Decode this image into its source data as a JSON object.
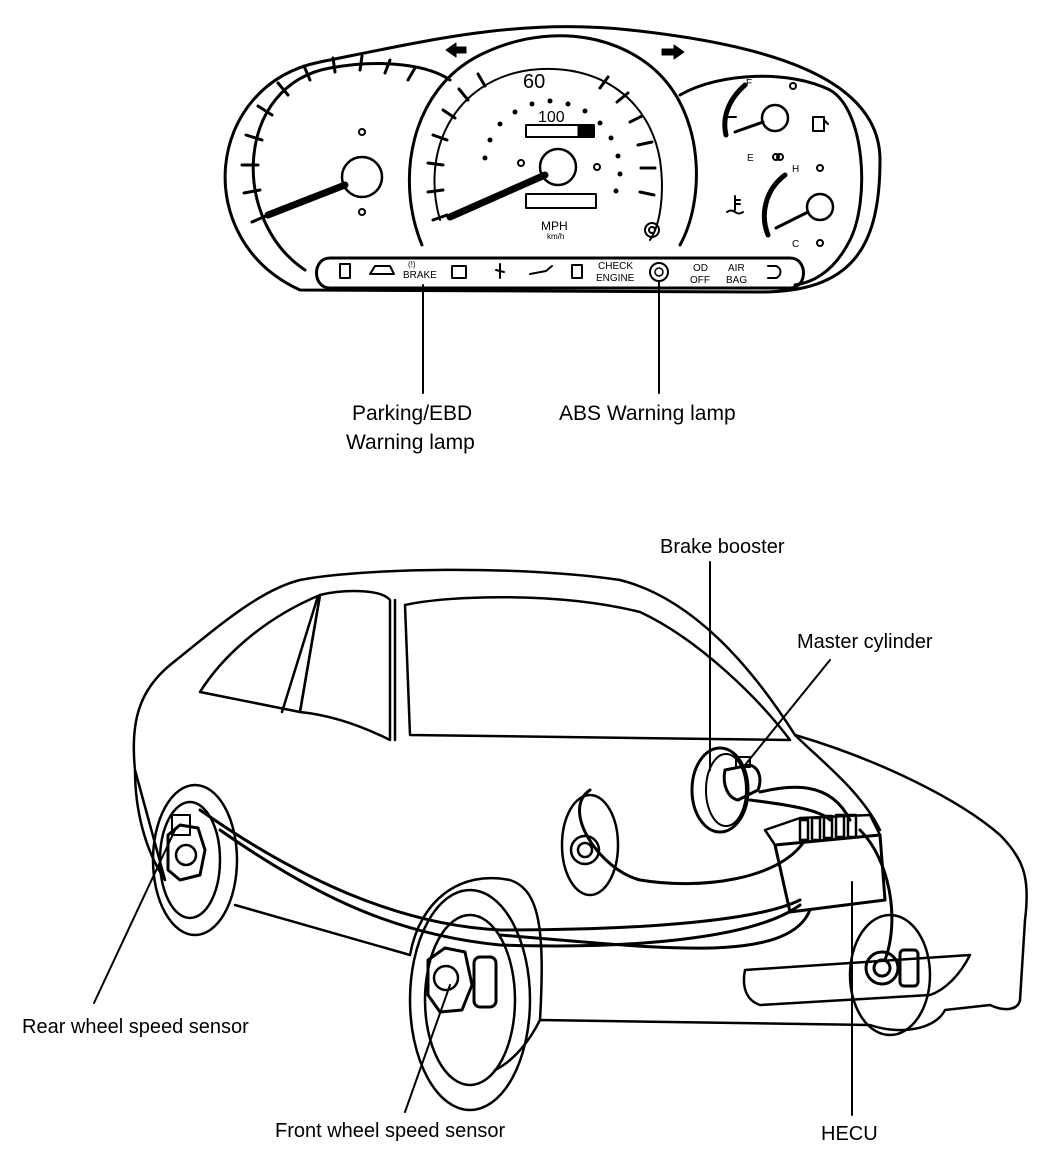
{
  "cluster": {
    "speedo_numbers": [
      "60",
      "100"
    ],
    "speedo_units": [
      "MPH",
      "km/h"
    ],
    "fuel_marks": [
      "F",
      "E"
    ],
    "temp_marks": [
      "H",
      "C"
    ],
    "warning_strip": {
      "brake_top": "(!)",
      "brake": "BRAKE",
      "check": "CHECK",
      "engine": "ENGINE",
      "od": "OD",
      "off": "OFF",
      "air": "AIR",
      "bag": "BAG"
    }
  },
  "callouts": {
    "parking_ebd_line1": "Parking/EBD",
    "parking_ebd_line2": "Warning lamp",
    "abs_warning": "ABS Warning lamp",
    "brake_booster": "Brake booster",
    "master_cylinder": "Master cylinder",
    "rear_wheel_sensor": "Rear wheel speed sensor",
    "front_wheel_sensor": "Front wheel speed sensor",
    "hecu": "HECU"
  }
}
